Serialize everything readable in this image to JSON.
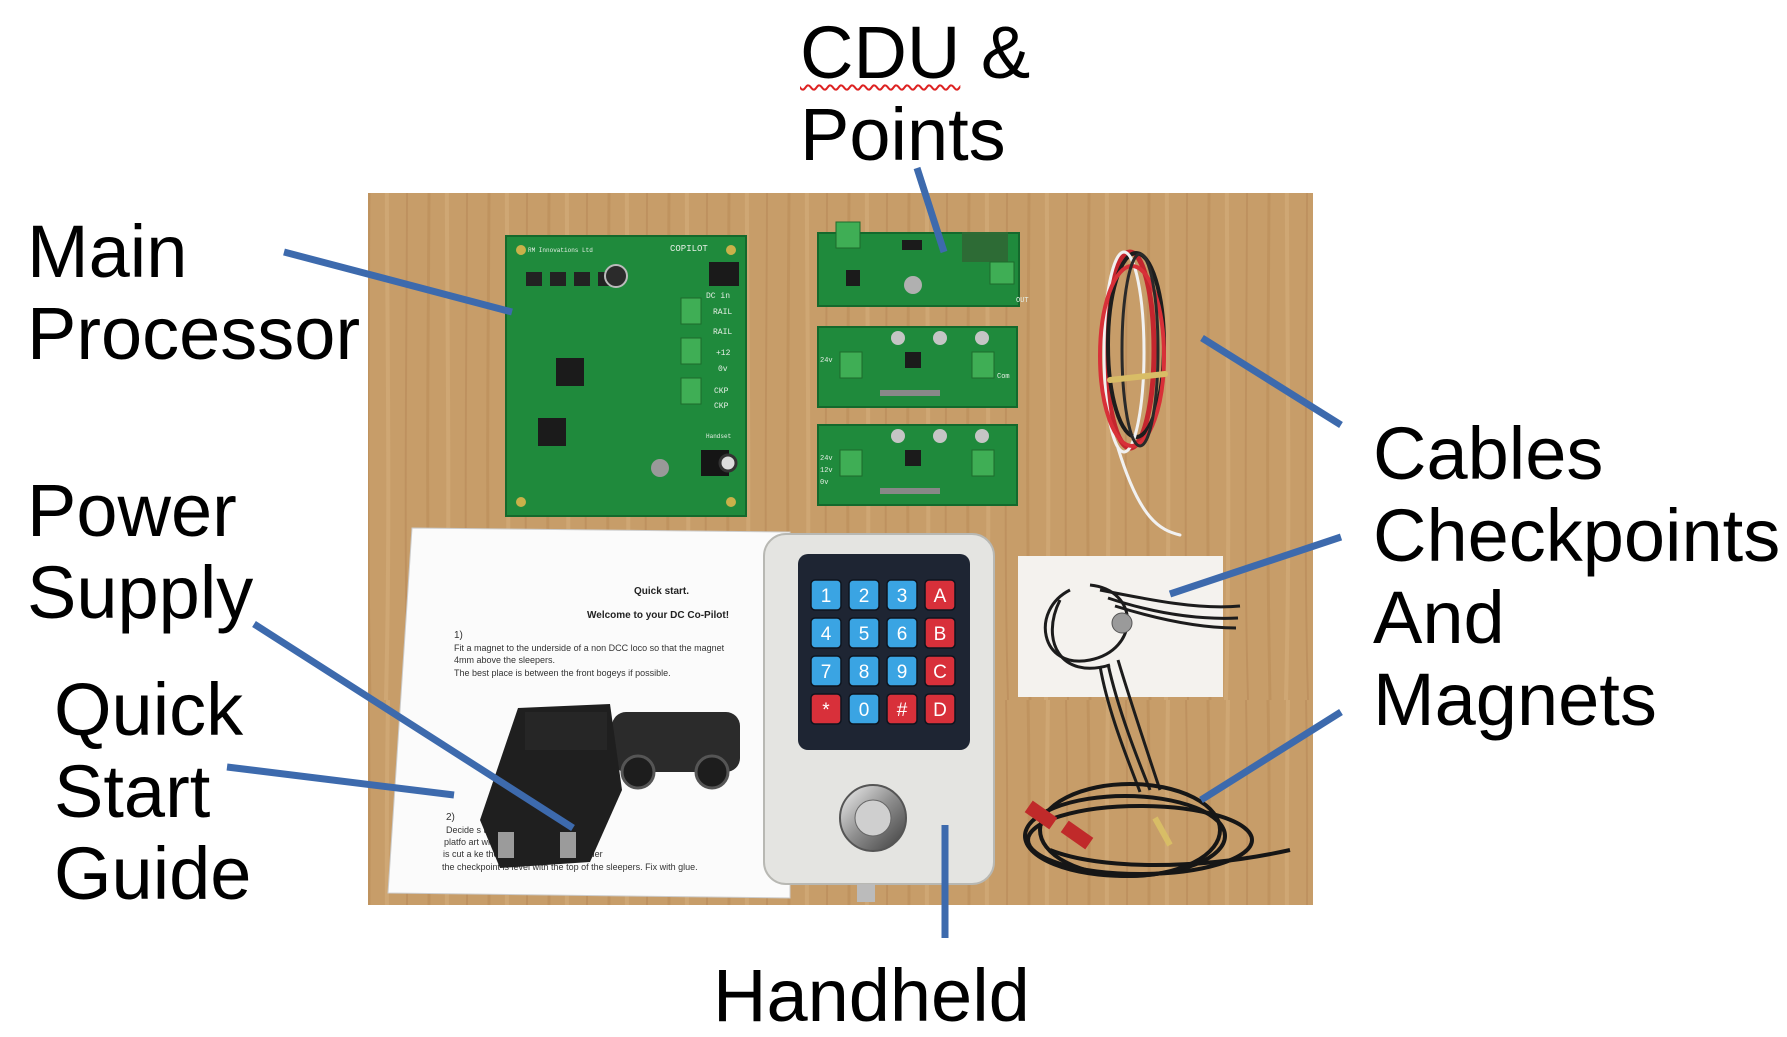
{
  "labels": {
    "cdu": [
      "CDU &",
      "Points"
    ],
    "main_processor": [
      "Main",
      "Processor"
    ],
    "power_supply": [
      "Power",
      "Supply"
    ],
    "quick_start": [
      "Quick",
      "Start",
      "Guide"
    ],
    "cables": [
      "Cables",
      "Checkpoints",
      "And",
      "Magnets"
    ],
    "handheld": "Handheld"
  },
  "keypad": {
    "keys": [
      "1",
      "2",
      "3",
      "A",
      "4",
      "5",
      "6",
      "B",
      "7",
      "8",
      "9",
      "C",
      "*",
      "0",
      "#",
      "D"
    ]
  },
  "document": {
    "title": "Quick start.",
    "welcome": "Welcome to your DC  Co-Pilot!",
    "step1_num": "1)",
    "step1_line1": "Fit a magnet to the underside of a non DCC loco so that the magnet",
    "step1_line2": "4mm above the sleepers.",
    "step1_line3": "The best place is between the front bogeys if possible.",
    "step2_num": "2)",
    "step2_line1": "Decide                    s to go, a good place is 150mm",
    "step2_line2": "platfo                   art with just fit one checkpoint.",
    "step2_line3": "is cut a                 ke the checkpoint up from under",
    "step2_line4": "the checkpoint is level with the top of the sleepers. Fix with glue."
  },
  "pcb_text": {
    "board_title": "COPILOT",
    "board_maker": "RM Innovations Ltd",
    "dc_in": "DC in",
    "rail1": "RAIL",
    "rail2": "RAIL",
    "v12": "+12",
    "v0": "0v",
    "ckp1": "CKP",
    "ckp2": "CKP",
    "handset": "Handset",
    "out": "OUT",
    "v24": "24v",
    "v12b": "12v",
    "v0b": "0v",
    "com": "Com"
  },
  "colors": {
    "pointer_line": "#3d6aad",
    "pcb_green": "#1f8a3c",
    "key_blue": "#3aa4e3",
    "key_red": "#d8303a",
    "wood": "#c49a66"
  }
}
